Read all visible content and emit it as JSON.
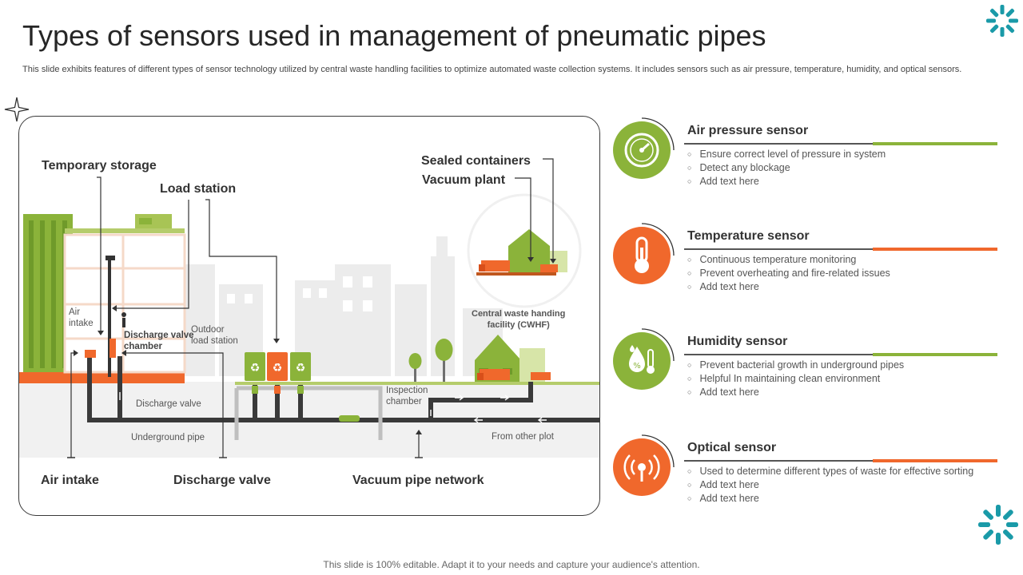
{
  "header": {
    "title": "Types of sensors used in management of pneumatic pipes",
    "subtitle": "This slide exhibits features of different types of sensor technology utilized by central waste handling facilities to optimize automated waste collection systems. It includes sensors such as air pressure, temperature, humidity, and optical sensors."
  },
  "diagram": {
    "labels": {
      "temporary_storage": "Temporary storage",
      "load_station": "Load station",
      "sealed_containers": "Sealed containers",
      "vacuum_plant": "Vacuum plant",
      "air_intake_small_1": "Air",
      "air_intake_small_2": "intake",
      "discharge_valve_chamber_1": "Discharge valve",
      "discharge_valve_chamber_2": "chamber",
      "outdoor_load_station_1": "Outdoor",
      "outdoor_load_station_2": "load station",
      "cwhf_1": "Central waste handing",
      "cwhf_2": "facility (CWHF)",
      "inspection_chamber_1": "Inspection",
      "inspection_chamber_2": "chamber",
      "discharge_valve_small": "Discharge valve",
      "underground_pipe": "Underground pipe",
      "from_other_plot": "From other plot",
      "air_intake": "Air intake",
      "discharge_valve": "Discharge valve",
      "vacuum_pipe_network": "Vacuum pipe network"
    }
  },
  "sensors": [
    {
      "title": "Air pressure sensor",
      "icon": "gauge-icon",
      "color": "#8bb33a",
      "bullets": [
        "Ensure correct level of pressure in system",
        "Detect any blockage",
        "Add text here"
      ]
    },
    {
      "title": "Temperature sensor",
      "icon": "thermometer-icon",
      "color": "#f0682c",
      "bullets": [
        "Continuous temperature monitoring",
        "Prevent overheating and fire-related issues",
        "Add text here"
      ]
    },
    {
      "title": "Humidity sensor",
      "icon": "humidity-icon",
      "color": "#8bb33a",
      "bullets": [
        "Prevent bacterial growth in underground pipes",
        "Helpful In maintaining clean environment",
        "Add text here"
      ]
    },
    {
      "title": "Optical sensor",
      "icon": "optical-signal-icon",
      "color": "#f0682c",
      "bullets": [
        "Used to determine different types of waste for effective sorting",
        "Add text here",
        "Add text here"
      ]
    }
  ],
  "footer": {
    "text": "This slide is 100% editable. Adapt it to your needs and capture your audience's attention."
  },
  "colors": {
    "green": "#8bb33a",
    "orange": "#f0682c",
    "teal": "#1a9aa8"
  }
}
